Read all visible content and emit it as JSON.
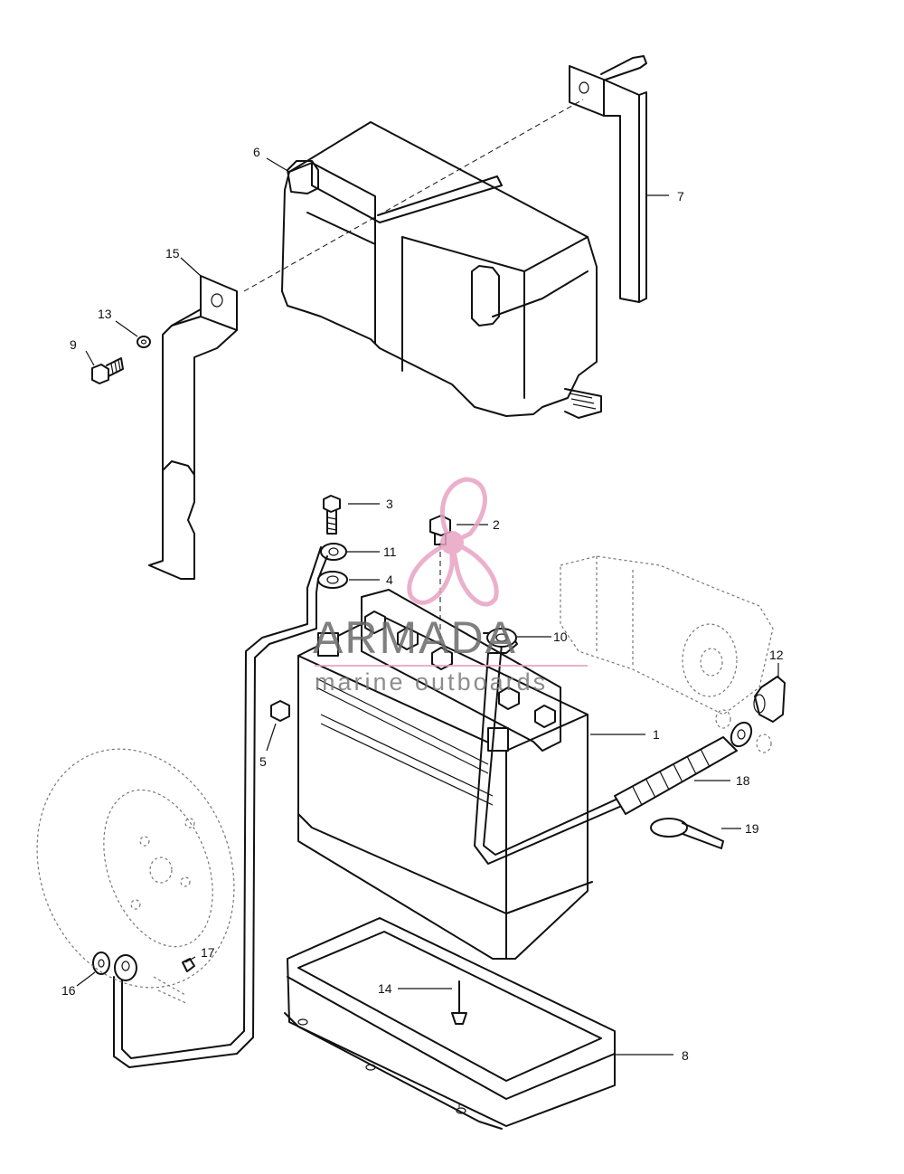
{
  "diagram": {
    "callouts": [
      {
        "id": "c1",
        "label": "1"
      },
      {
        "id": "c2",
        "label": "2"
      },
      {
        "id": "c3",
        "label": "3"
      },
      {
        "id": "c4",
        "label": "4"
      },
      {
        "id": "c5",
        "label": "5"
      },
      {
        "id": "c6",
        "label": "6"
      },
      {
        "id": "c7",
        "label": "7"
      },
      {
        "id": "c8",
        "label": "8"
      },
      {
        "id": "c9",
        "label": "9"
      },
      {
        "id": "c10",
        "label": "10"
      },
      {
        "id": "c11",
        "label": "11"
      },
      {
        "id": "c12",
        "label": "12"
      },
      {
        "id": "c13",
        "label": "13"
      },
      {
        "id": "c14",
        "label": "14"
      },
      {
        "id": "c15",
        "label": "15"
      },
      {
        "id": "c16",
        "label": "16"
      },
      {
        "id": "c17",
        "label": "17"
      },
      {
        "id": "c18",
        "label": "18"
      },
      {
        "id": "c19",
        "label": "19"
      }
    ]
  },
  "watermark": {
    "title": "ARMADA",
    "subtitle": "marine outboards",
    "logo_color": "#e8a3c4",
    "underline_color": "#e8a3c4"
  }
}
